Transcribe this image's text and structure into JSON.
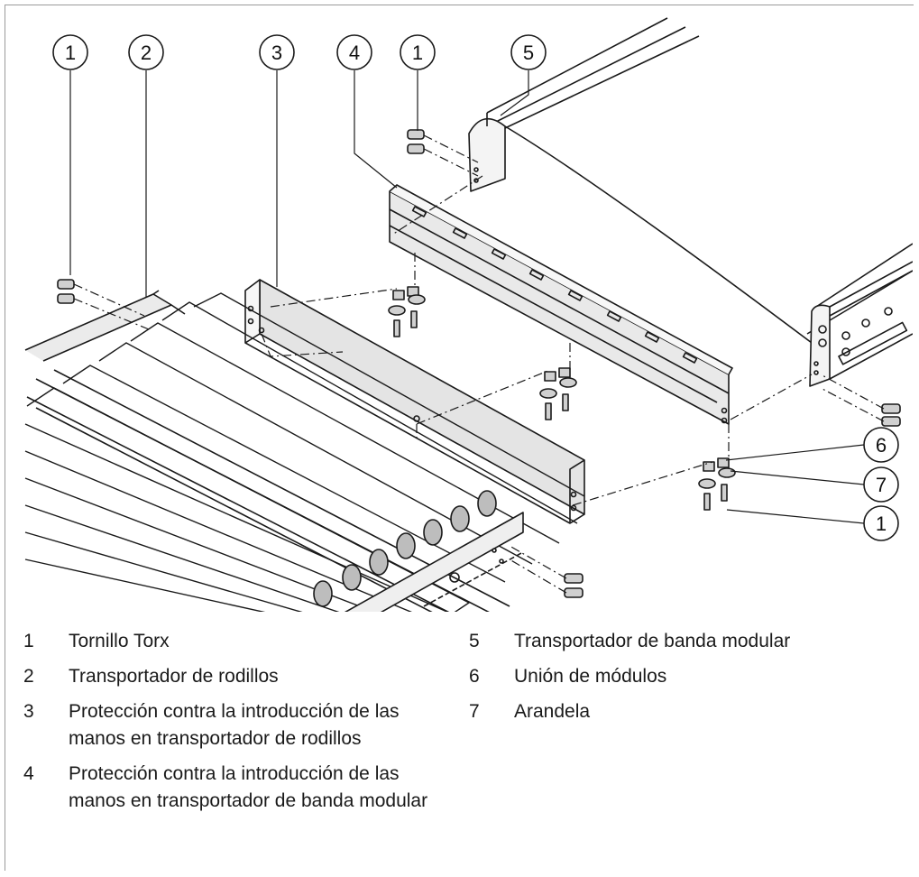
{
  "callouts": [
    {
      "id": "c1a",
      "label": "1"
    },
    {
      "id": "c2",
      "label": "2"
    },
    {
      "id": "c3",
      "label": "3"
    },
    {
      "id": "c4",
      "label": "4"
    },
    {
      "id": "c1b",
      "label": "1"
    },
    {
      "id": "c5",
      "label": "5"
    },
    {
      "id": "c6",
      "label": "6"
    },
    {
      "id": "c7",
      "label": "7"
    },
    {
      "id": "c1c",
      "label": "1"
    }
  ],
  "legend": {
    "left": [
      {
        "num": "1",
        "text": "Tornillo Torx"
      },
      {
        "num": "2",
        "text": "Transportador de rodillos"
      },
      {
        "num": "3",
        "text": "Protección contra la introducción de las manos en transportador de rodillos"
      },
      {
        "num": "4",
        "text": "Protección contra la introducción de las manos en transportador de banda modular"
      }
    ],
    "right": [
      {
        "num": "5",
        "text": "Transportador de banda modular"
      },
      {
        "num": "6",
        "text": "Unión de módulos"
      },
      {
        "num": "7",
        "text": "Arandela"
      }
    ]
  }
}
